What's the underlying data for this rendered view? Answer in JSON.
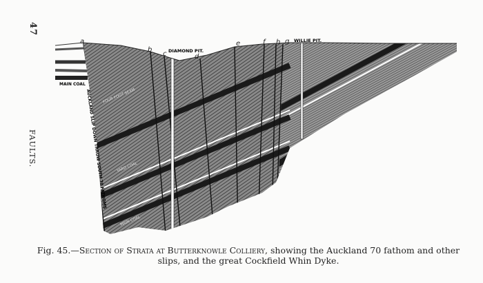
{
  "page_number": "47",
  "running_head": "FAULTS.",
  "figure": {
    "labels": {
      "main_coal": "MAIN COAL",
      "diamond_pit": "DIAMOND PIT.",
      "willie_pit": "WILLIE PIT.",
      "slip": "AUCKLAND SLIP DOWN THROW SOUTH 70 FATHOMS",
      "four_foot_seam": "FOUR FOOT SEAM",
      "yard_coal": "YARD COAL",
      "main_coal_lower": "MAIN COAL"
    },
    "fault_letters": [
      "a",
      "b",
      "c",
      "d",
      "e",
      "f",
      "h",
      "g"
    ]
  },
  "caption": {
    "prefix": "Fig. 45.—",
    "title": "Section of Strata at Butterknowle Colliery,",
    "rest": " showing the Auckland 70 fathom and other slips, and the great Cockfield Whin Dyke."
  }
}
